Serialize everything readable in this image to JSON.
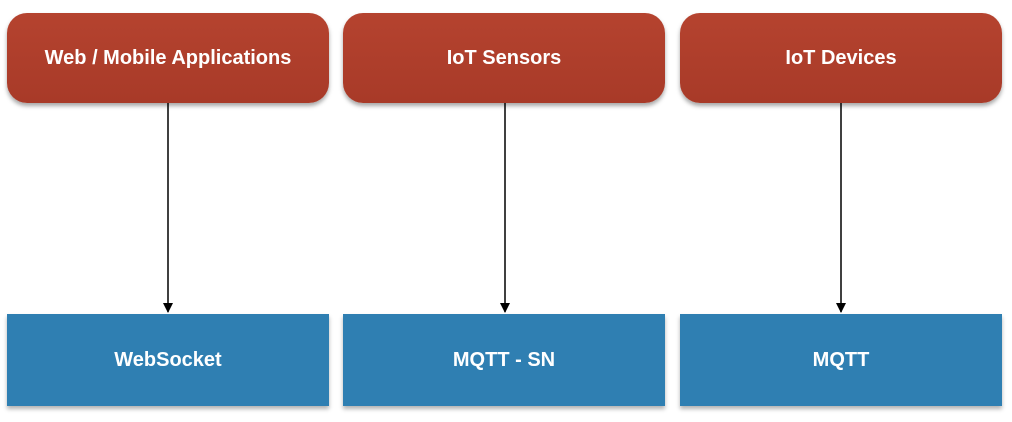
{
  "clients": [
    {
      "label": "Web / Mobile Applications"
    },
    {
      "label": "IoT Sensors"
    },
    {
      "label": "IoT Devices"
    }
  ],
  "protocols": [
    {
      "label": "WebSocket"
    },
    {
      "label": "MQTT - SN"
    },
    {
      "label": "MQTT"
    }
  ],
  "colors": {
    "client_fill": "#ad3e2b",
    "protocol_fill": "#2f7fb2",
    "text": "#ffffff",
    "connector": "#000000"
  }
}
